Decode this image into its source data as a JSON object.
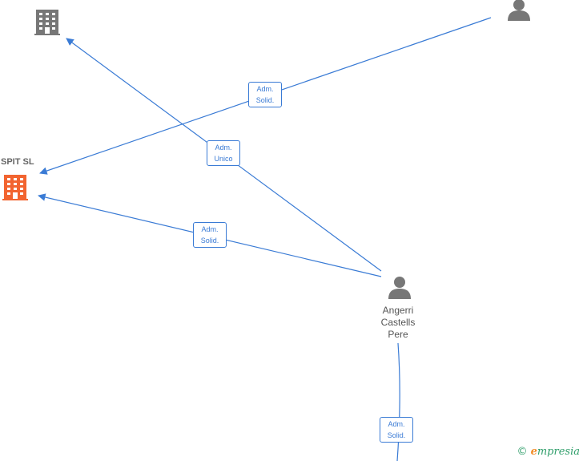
{
  "colors": {
    "edge": "#3a7bd5",
    "company_main": "#f26430",
    "company_other": "#777777",
    "person": "#777777"
  },
  "nodes": {
    "company_top": {
      "icon": "building-icon",
      "label": ""
    },
    "company_main": {
      "icon": "building-icon",
      "label": "SPIT  SL"
    },
    "person_top": {
      "icon": "person-icon",
      "label": ""
    },
    "person_angerri": {
      "icon": "person-icon",
      "label_lines": [
        "Angerri",
        "Castells",
        "Pere"
      ]
    }
  },
  "edges": [
    {
      "label_lines": [
        "Adm.",
        "Solid."
      ]
    },
    {
      "label_lines": [
        "Adm.",
        "Unico"
      ]
    },
    {
      "label_lines": [
        "Adm.",
        "Solid."
      ]
    },
    {
      "label_lines": [
        "Adm.",
        "Solid."
      ]
    }
  ],
  "footer": {
    "copyright": "©",
    "brand_initial": "e",
    "brand_rest": "mpresia"
  }
}
